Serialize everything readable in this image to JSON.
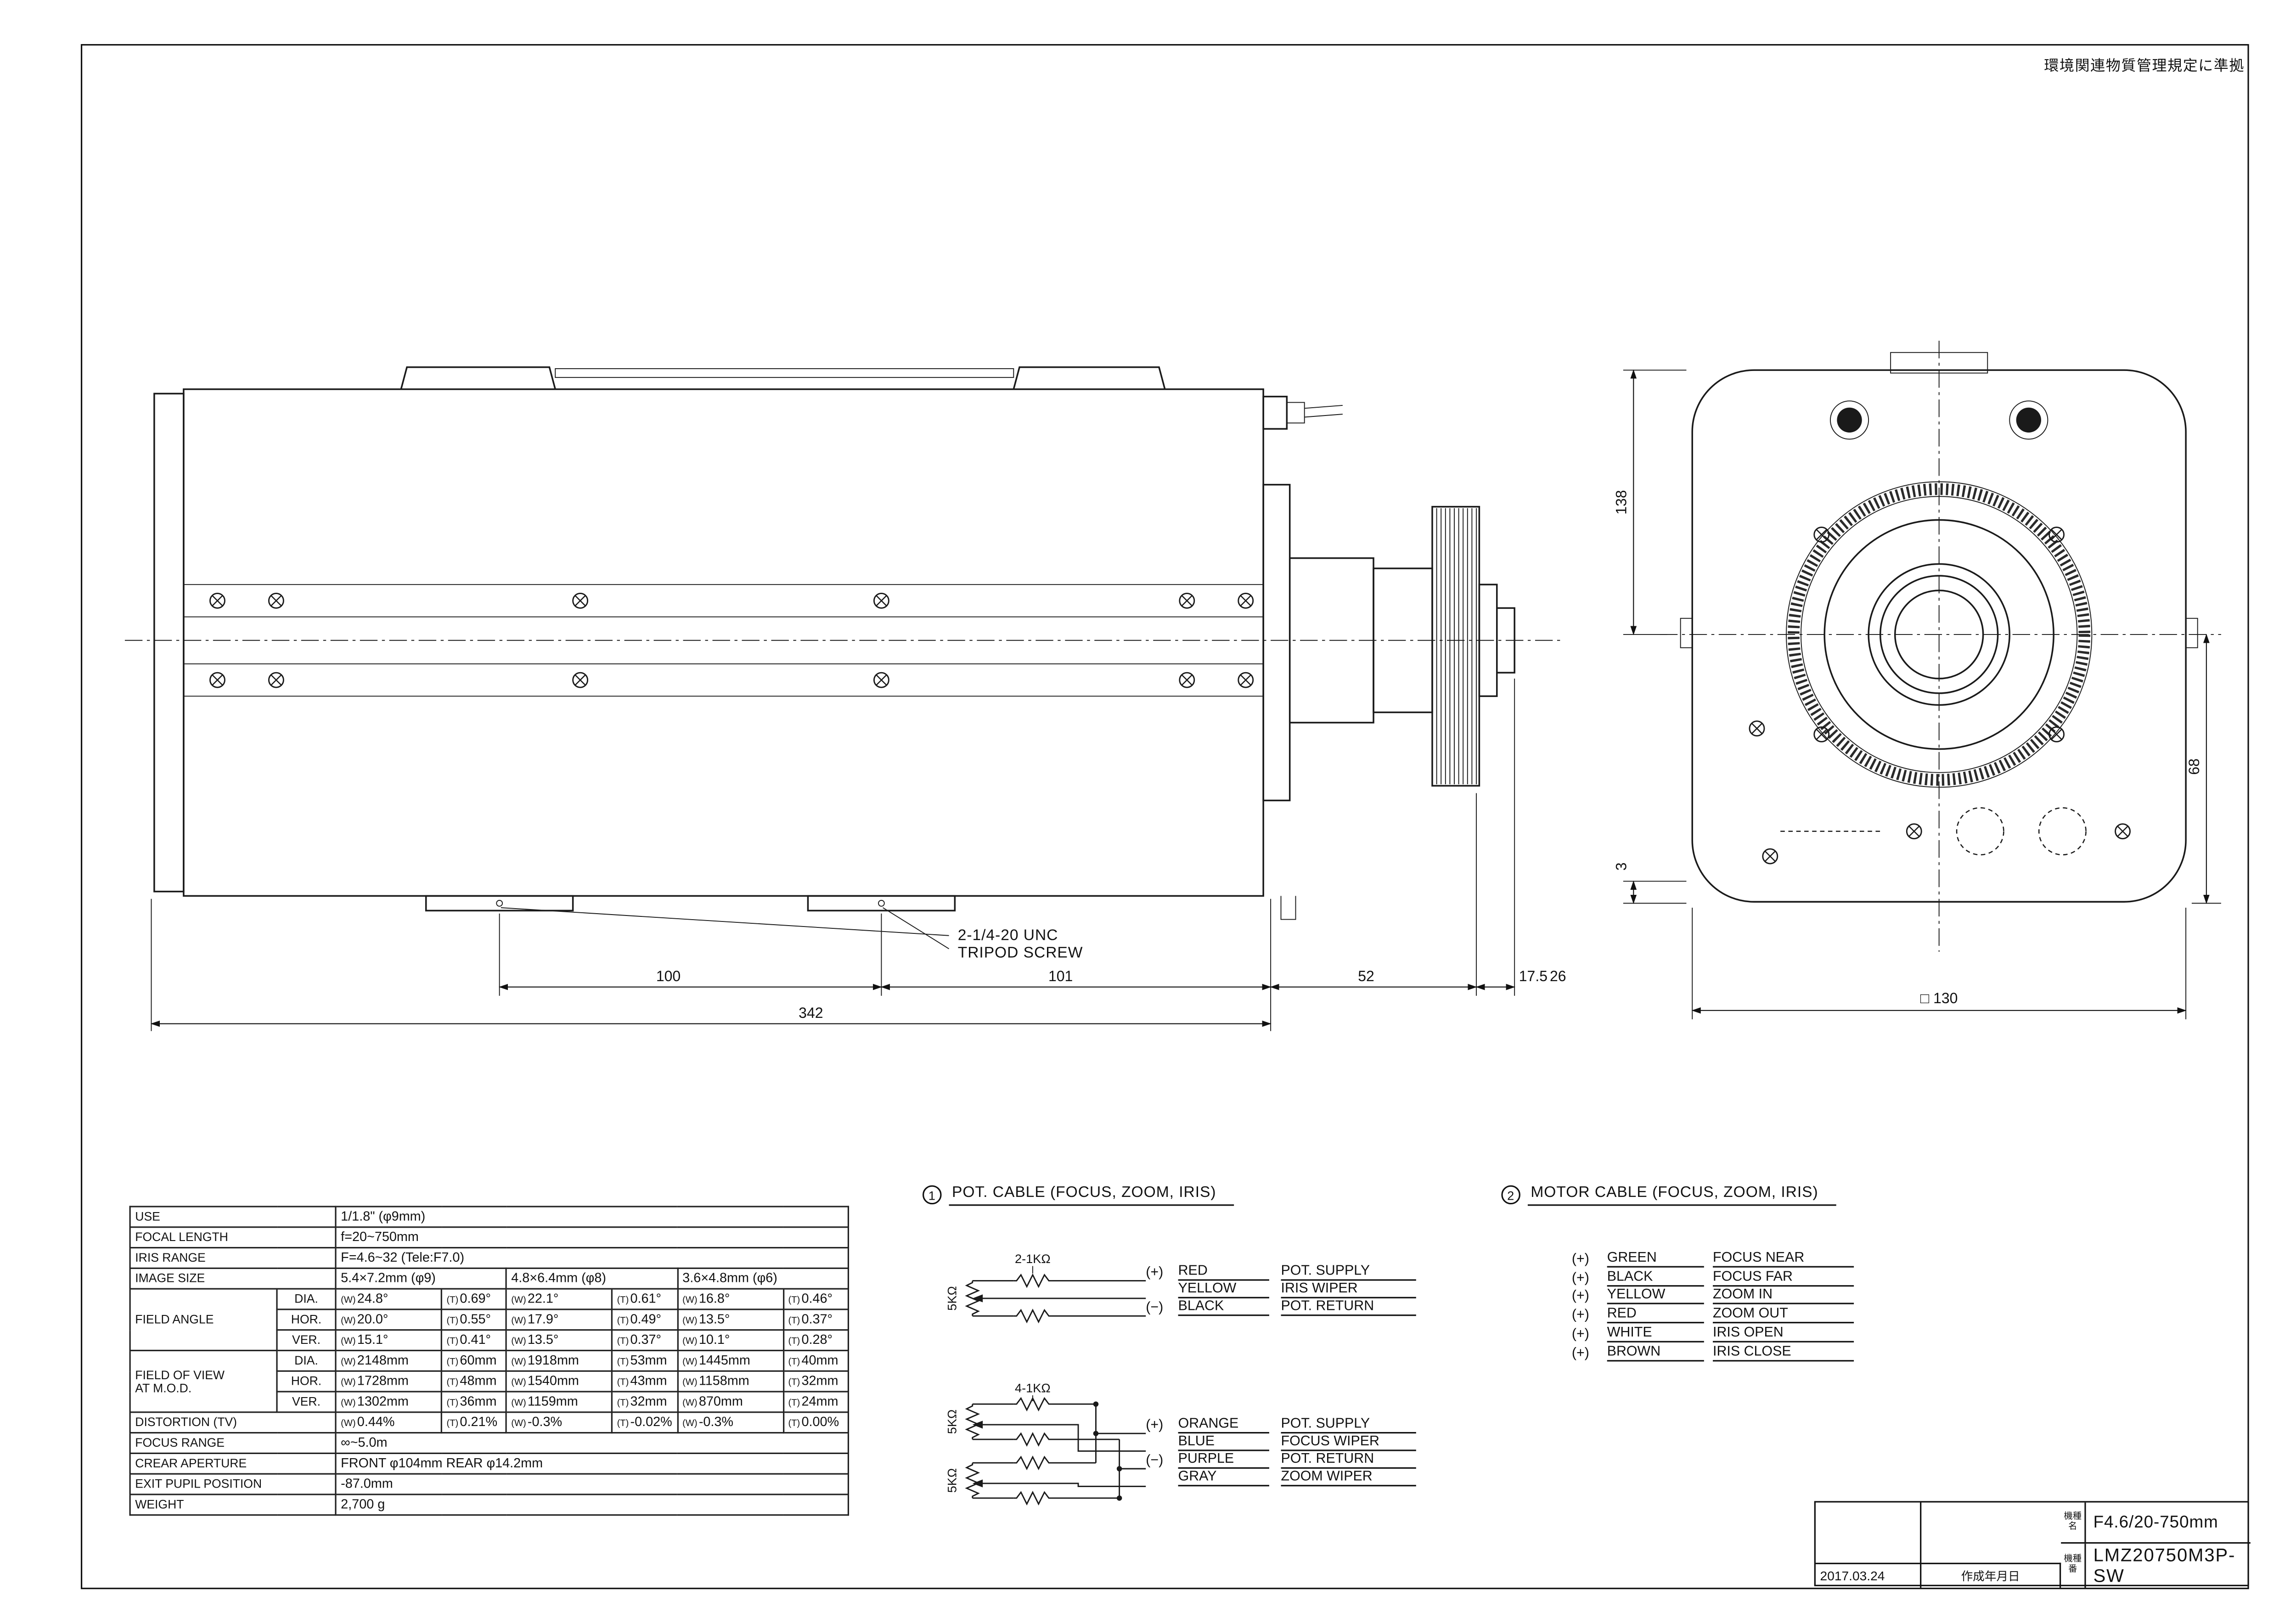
{
  "page": {
    "compliance_note": "環境関連物質管理規定に準拠"
  },
  "side_view": {
    "tripod_label": [
      "2-1/4-20 UNC",
      "TRIPOD SCREW"
    ],
    "dim_100": "100",
    "dim_101": "101",
    "dim_342": "342",
    "dim_52": "52",
    "dim_17_5": "17.5",
    "dim_26": "26"
  },
  "front_view": {
    "dim_138": "138",
    "dim_68": "68",
    "dim_3": "3",
    "dim_130": "□ 130"
  },
  "spec_table": {
    "rows": [
      {
        "cells": [
          {
            "t": "USE",
            "cs": 2,
            "cls": "lbl"
          },
          {
            "t": "1/1.8\"  (φ9mm)",
            "cs": 6
          }
        ]
      },
      {
        "cells": [
          {
            "t": "FOCAL LENGTH",
            "cs": 2,
            "cls": "lbl"
          },
          {
            "t": "f=20~750mm",
            "cs": 6
          }
        ]
      },
      {
        "cells": [
          {
            "t": "IRIS RANGE",
            "cs": 2,
            "cls": "lbl"
          },
          {
            "t": "F=4.6~32   (Tele:F7.0)",
            "cs": 6
          }
        ]
      },
      {
        "cells": [
          {
            "t": "IMAGE SIZE",
            "cs": 2,
            "cls": "lbl"
          },
          {
            "t": "5.4×7.2mm (φ9)",
            "cs": 2
          },
          {
            "t": "4.8×6.4mm (φ8)",
            "cs": 2
          },
          {
            "t": "3.6×4.8mm (φ6)",
            "cs": 2
          }
        ]
      },
      {
        "cells": [
          {
            "t": "FIELD ANGLE",
            "rs": 3,
            "cls": "lbl"
          },
          {
            "t": "DIA.",
            "cls": "sub"
          },
          {
            "p": "(W)",
            "t": "24.8°"
          },
          {
            "p": "(T)",
            "t": "0.69°"
          },
          {
            "p": "(W)",
            "t": "22.1°"
          },
          {
            "p": "(T)",
            "t": "0.61°"
          },
          {
            "p": "(W)",
            "t": "16.8°"
          },
          {
            "p": "(T)",
            "t": "0.46°"
          }
        ]
      },
      {
        "cells": [
          {
            "t": "HOR.",
            "cls": "sub"
          },
          {
            "p": "(W)",
            "t": "20.0°"
          },
          {
            "p": "(T)",
            "t": "0.55°"
          },
          {
            "p": "(W)",
            "t": "17.9°"
          },
          {
            "p": "(T)",
            "t": "0.49°"
          },
          {
            "p": "(W)",
            "t": "13.5°"
          },
          {
            "p": "(T)",
            "t": "0.37°"
          }
        ]
      },
      {
        "cells": [
          {
            "t": "VER.",
            "cls": "sub"
          },
          {
            "p": "(W)",
            "t": "15.1°"
          },
          {
            "p": "(T)",
            "t": "0.41°"
          },
          {
            "p": "(W)",
            "t": "13.5°"
          },
          {
            "p": "(T)",
            "t": "0.37°"
          },
          {
            "p": "(W)",
            "t": "10.1°"
          },
          {
            "p": "(T)",
            "t": "0.28°"
          }
        ]
      },
      {
        "cells": [
          {
            "t": "FIELD OF VIEW\nAT M.O.D.",
            "rs": 3,
            "cls": "lbl"
          },
          {
            "t": "DIA.",
            "cls": "sub"
          },
          {
            "p": "(W)",
            "t": "2148mm"
          },
          {
            "p": "(T)",
            "t": "60mm"
          },
          {
            "p": "(W)",
            "t": "1918mm"
          },
          {
            "p": "(T)",
            "t": "53mm"
          },
          {
            "p": "(W)",
            "t": "1445mm"
          },
          {
            "p": "(T)",
            "t": "40mm"
          }
        ]
      },
      {
        "cells": [
          {
            "t": "HOR.",
            "cls": "sub"
          },
          {
            "p": "(W)",
            "t": "1728mm"
          },
          {
            "p": "(T)",
            "t": "48mm"
          },
          {
            "p": "(W)",
            "t": "1540mm"
          },
          {
            "p": "(T)",
            "t": "43mm"
          },
          {
            "p": "(W)",
            "t": "1158mm"
          },
          {
            "p": "(T)",
            "t": "32mm"
          }
        ]
      },
      {
        "cells": [
          {
            "t": "VER.",
            "cls": "sub"
          },
          {
            "p": "(W)",
            "t": "1302mm"
          },
          {
            "p": "(T)",
            "t": "36mm"
          },
          {
            "p": "(W)",
            "t": "1159mm"
          },
          {
            "p": "(T)",
            "t": "32mm"
          },
          {
            "p": "(W)",
            "t": "870mm"
          },
          {
            "p": "(T)",
            "t": "24mm"
          }
        ]
      },
      {
        "cells": [
          {
            "t": "DISTORTION (TV)",
            "cs": 2,
            "cls": "lbl"
          },
          {
            "p": "(W)",
            "t": "0.44%"
          },
          {
            "p": "(T)",
            "t": "0.21%"
          },
          {
            "p": "(W)",
            "t": "-0.3%"
          },
          {
            "p": "(T)",
            "t": "-0.02%"
          },
          {
            "p": "(W)",
            "t": "-0.3%"
          },
          {
            "p": "(T)",
            "t": "0.00%"
          }
        ]
      },
      {
        "cells": [
          {
            "t": "FOCUS RANGE",
            "cs": 2,
            "cls": "lbl"
          },
          {
            "t": "∞~5.0m",
            "cs": 6
          }
        ]
      },
      {
        "cells": [
          {
            "t": "CREAR APERTURE",
            "cs": 2,
            "cls": "lbl"
          },
          {
            "t": "FRONT  φ104mm      REAR  φ14.2mm",
            "cs": 6
          }
        ]
      },
      {
        "cells": [
          {
            "t": "EXIT PUPIL POSITION",
            "cs": 2,
            "cls": "lbl"
          },
          {
            "t": "-87.0mm",
            "cs": 6
          }
        ]
      },
      {
        "cells": [
          {
            "t": "WEIGHT",
            "cs": 2,
            "cls": "lbl"
          },
          {
            "t": "2,700 g",
            "cs": 6
          }
        ]
      }
    ]
  },
  "pot_cable": {
    "heading_num": "1",
    "heading": "POT. CABLE (FOCUS, ZOOM, IRIS)",
    "r2_1k": "2-1KΩ",
    "r4_1k": "4-1KΩ",
    "r5k_iris": "5KΩ",
    "r5k_focus": "5KΩ",
    "r5k_zoom": "5KΩ",
    "iris_terminals": [
      {
        "sign": "(+)",
        "color": "RED",
        "signal": "POT. SUPPLY"
      },
      {
        "sign": "",
        "color": "YELLOW",
        "signal": "IRIS WIPER"
      },
      {
        "sign": "(−)",
        "color": "BLACK",
        "signal": "POT. RETURN"
      }
    ],
    "fz_terminals": [
      {
        "sign": "(+)",
        "color": "ORANGE",
        "signal": "POT. SUPPLY"
      },
      {
        "sign": "",
        "color": "BLUE",
        "signal": "FOCUS WIPER"
      },
      {
        "sign": "(−)",
        "color": "PURPLE",
        "signal": "POT. RETURN"
      },
      {
        "sign": "",
        "color": "GRAY",
        "signal": "ZOOM WIPER"
      }
    ]
  },
  "motor_cable": {
    "heading_num": "2",
    "heading": "MOTOR CABLE (FOCUS, ZOOM, IRIS)",
    "rows": [
      {
        "sign": "(+)",
        "color": "GREEN",
        "signal": "FOCUS NEAR"
      },
      {
        "sign": "(+)",
        "color": "BLACK",
        "signal": "FOCUS FAR"
      },
      {
        "sign": "(+)",
        "color": "YELLOW",
        "signal": "ZOOM IN"
      },
      {
        "sign": "(+)",
        "color": "RED",
        "signal": "ZOOM OUT"
      },
      {
        "sign": "(+)",
        "color": "WHITE",
        "signal": "IRIS OPEN"
      },
      {
        "sign": "(+)",
        "color": "BROWN",
        "signal": "IRIS CLOSE"
      }
    ]
  },
  "title_block": {
    "model_name_label": "機種名",
    "model_name": "F4.6/20-750mm",
    "model_no_label": "機種番",
    "model_no": "LMZ20750M3P-SW",
    "date": "2017.03.24",
    "date_label": "作成年月日"
  }
}
